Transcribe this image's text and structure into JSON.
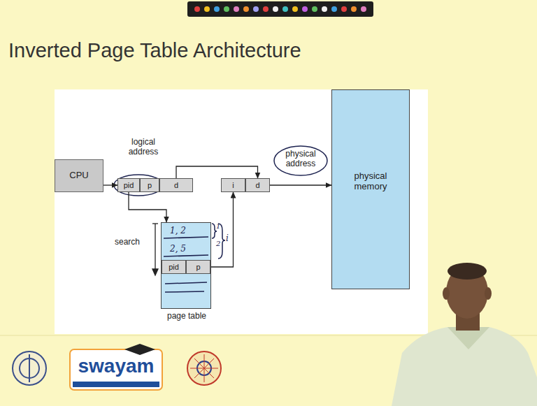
{
  "diagram": {
    "title": "Inverted Page Table Architecture",
    "nodes": [
      {
        "text": [
          "CPU"
        ]
      },
      {
        "text": [
          "pid"
        ]
      },
      {
        "text": [
          "p"
        ]
      },
      {
        "text": [
          "d"
        ]
      },
      {
        "text": [
          "i"
        ]
      },
      {
        "text": [
          "d"
        ]
      },
      {
        "text": [
          "physical memory"
        ]
      },
      {
        "text": [
          "page table"
        ]
      },
      {
        "text": [
          "1, 2"
        ],
        "in": 7
      },
      {
        "text": [
          "2, 5"
        ],
        "in": 7
      },
      {
        "text": [
          "pid"
        ],
        "in": 7
      },
      {
        "text": [
          "p"
        ],
        "in": 7
      }
    ],
    "edges": [
      {
        "from": 0,
        "to": 1,
        "arrow": "to"
      },
      {
        "from": 3,
        "to": 5,
        "arrow": "to"
      },
      {
        "from": 1,
        "to": 7,
        "arrow": "to"
      },
      {
        "from": 11,
        "to": 4,
        "arrow": "to"
      },
      {
        "from": 5,
        "to": 6,
        "label": "physical address",
        "arrow": "to"
      }
    ],
    "labels": [
      "logical address",
      "search",
      "1",
      "2",
      "i",
      "swayam"
    ]
  }
}
